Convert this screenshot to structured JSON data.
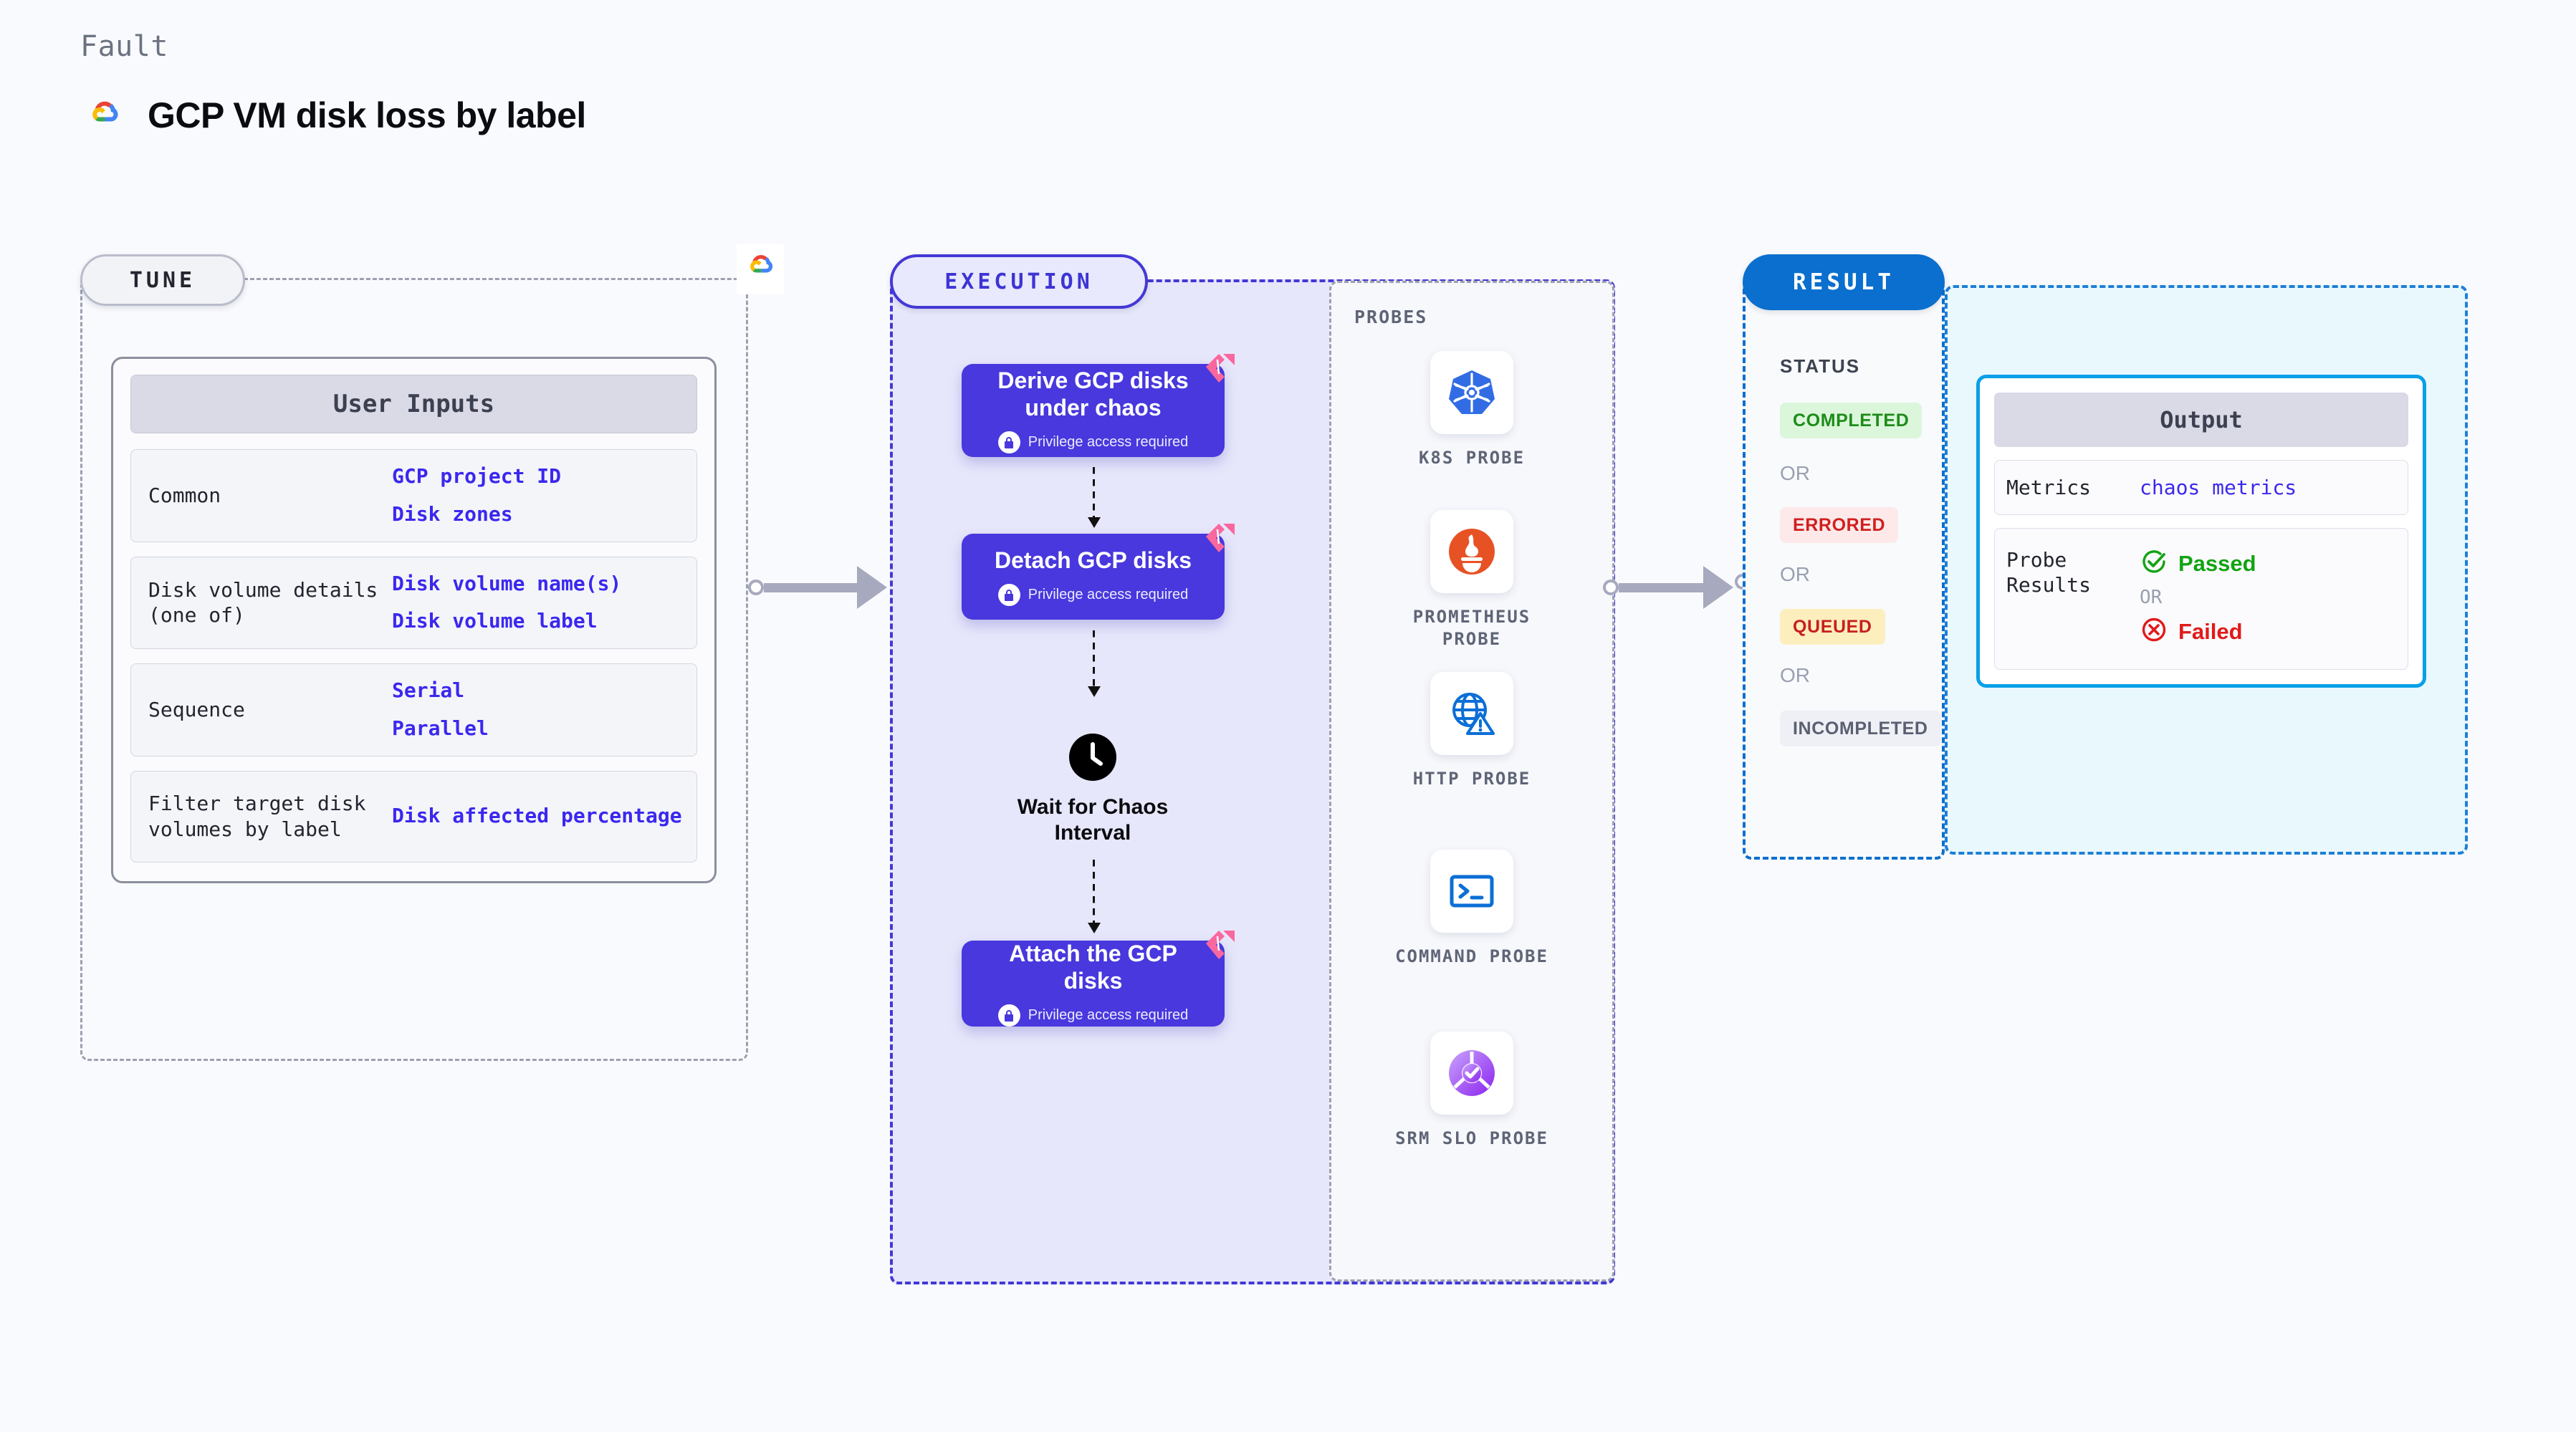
{
  "header": {
    "eyebrow": "Fault",
    "title": "GCP VM disk loss by label",
    "logo_icon": "google-cloud-logo"
  },
  "tune": {
    "badge": "TUNE",
    "logo_icon": "google-cloud-logo",
    "card_title": "User Inputs",
    "rows": [
      {
        "label": "Common",
        "values": [
          "GCP project ID",
          "Disk zones"
        ]
      },
      {
        "label": "Disk volume details (one of)",
        "values": [
          "Disk volume name(s)",
          "Disk volume label"
        ]
      },
      {
        "label": "Sequence",
        "values": [
          "Serial",
          "Parallel"
        ]
      },
      {
        "label": "Filter target disk volumes by label",
        "values": [
          "Disk affected percentage"
        ]
      }
    ]
  },
  "execution": {
    "badge": "EXECUTION",
    "privilege_note": "Privilege access required",
    "lock_icon": "lock-icon",
    "flag_icon": "pink-ribbon-flag-icon",
    "clock_icon": "clock-icon",
    "nodes": [
      {
        "title": "Derive GCP disks under chaos",
        "type": "task"
      },
      {
        "title": "Detach GCP disks",
        "type": "task"
      },
      {
        "title": "Wait for Chaos Interval",
        "type": "wait"
      },
      {
        "title": "Attach the GCP disks",
        "type": "task"
      }
    ]
  },
  "probes": {
    "title": "PROBES",
    "items": [
      {
        "label": "K8S PROBE",
        "icon": "kubernetes-icon"
      },
      {
        "label": "PROMETHEUS PROBE",
        "icon": "prometheus-icon"
      },
      {
        "label": "HTTP PROBE",
        "icon": "globe-warning-icon"
      },
      {
        "label": "COMMAND PROBE",
        "icon": "terminal-icon"
      },
      {
        "label": "SRM SLO PROBE",
        "icon": "srm-slo-icon"
      }
    ]
  },
  "result": {
    "badge": "RESULT",
    "status_title": "STATUS",
    "or_label": "OR",
    "statuses": [
      {
        "label": "COMPLETED",
        "color": "#1e8c19"
      },
      {
        "label": "ERRORED",
        "color": "#d11f1f"
      },
      {
        "label": "QUEUED",
        "color": "#c71f1f"
      },
      {
        "label": "INCOMPLETED",
        "color": "#5a6070"
      }
    ],
    "output": {
      "title": "Output",
      "metrics_label": "Metrics",
      "metrics_value": "chaos metrics",
      "probe_results_label": "Probe Results",
      "passed_label": "Passed",
      "failed_label": "Failed",
      "or_label": "OR",
      "passed_icon": "check-circle-icon",
      "failed_icon": "x-circle-icon"
    }
  },
  "colors": {
    "accent_indigo": "#4838dd",
    "accent_blue": "#0a6fce",
    "accent_cyan": "#09a0e8",
    "value_blue": "#3b28ee",
    "flag_pink": "#f9679f",
    "background": "#f9fafd"
  }
}
